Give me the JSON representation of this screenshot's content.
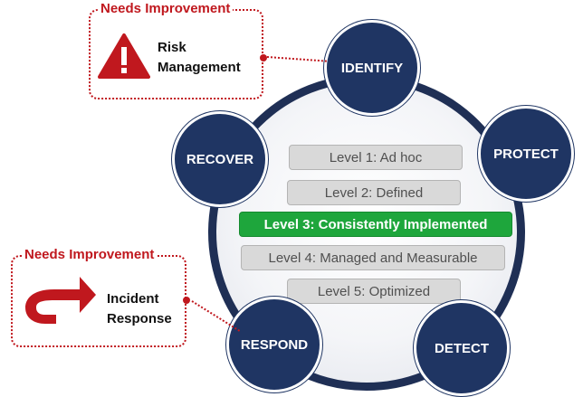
{
  "colors": {
    "navy": "#1f3563",
    "accent_red": "#c0181e",
    "current_green": "#1ea63c",
    "level_gray": "#d9d9d9"
  },
  "functions": {
    "identify": "IDENTIFY",
    "protect": "PROTECT",
    "detect": "DETECT",
    "respond": "RESPOND",
    "recover": "RECOVER"
  },
  "levels": {
    "l1": "Level 1: Ad hoc",
    "l2": "Level 2: Defined",
    "l3": "Level 3: Consistently Implemented",
    "l4": "Level 4: Managed and Measurable",
    "l5": "Level 5: Optimized",
    "current": "Level 3: Consistently Implemented"
  },
  "callouts": {
    "risk": {
      "title": "Needs Improvement",
      "line1": "Risk",
      "line2": "Management",
      "icon": "warning-icon"
    },
    "incident": {
      "title": "Needs Improvement",
      "line1": "Incident",
      "line2": "Response",
      "icon": "u-turn-arrow-icon"
    }
  }
}
